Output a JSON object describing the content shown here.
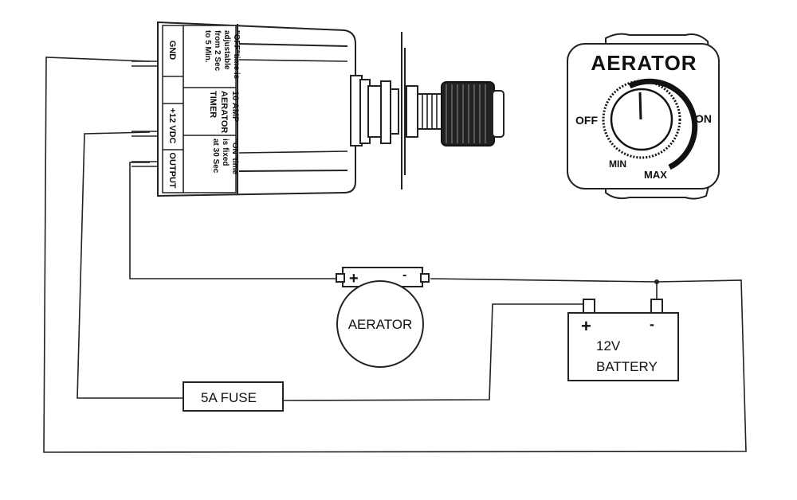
{
  "timer": {
    "label_gnd": "GND",
    "label_vdc": "+12 VDC",
    "label_output": "OUTPUT",
    "label_off_time_lines": [
      "\"OFF\"time is",
      "adjustable",
      "from 2 Sec",
      "to 5 Min."
    ],
    "label_title_lines": [
      "10 AMP",
      "AERATOR",
      "TIMER"
    ],
    "label_on_time_lines": [
      "\"ON\"time",
      "is fixed",
      "at 30 Sec"
    ]
  },
  "knob_panel": {
    "title": "AERATOR",
    "off": "OFF",
    "on": "ON",
    "min": "MIN",
    "max": "MAX"
  },
  "aerator": {
    "label": "AERATOR",
    "plus": "+",
    "minus": "-"
  },
  "battery": {
    "voltage": "12V",
    "label": "BATTERY",
    "plus": "+",
    "minus": "-"
  },
  "fuse": {
    "label": "5A FUSE"
  }
}
